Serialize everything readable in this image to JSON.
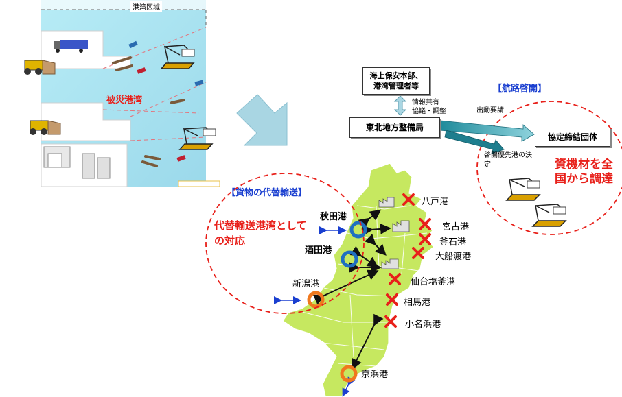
{
  "inset": {
    "zone_label": "港湾区域",
    "damaged_port_label": "被災港湾"
  },
  "coordination": {
    "hq_box": "海上保安本部、港湾管理者等",
    "info_share": "情報共有",
    "consult": "協議・調整",
    "bureau_box": "東北地方整備局",
    "dispatch_request": "出動要請",
    "priority_decision": "啓開優先港の決定",
    "agreement_box": "協定締結団体"
  },
  "route_clearing": {
    "title": "【航路啓開】",
    "materials_text": "資機材を全国から調達"
  },
  "cargo": {
    "title": "【貨物の代替輸送】",
    "response_text": "代替輸送港湾としての対応"
  },
  "alt_ports": {
    "akita": "秋田港",
    "sakata": "酒田港",
    "niigata": "新潟港",
    "keihin": "京浜港"
  },
  "damaged_ports": {
    "hachinohe": "八戸港",
    "miyako": "宮古港",
    "kamaishi": "釜石港",
    "ofunato": "大船渡港",
    "sendai": "仙台塩釜港",
    "soma": "相馬港",
    "onahama": "小名浜港"
  },
  "colors": {
    "damage_x": "#e8201a",
    "alt_port_blue": "#1f6fc0",
    "alt_port_orange": "#f0781e",
    "dashed_circle": "#e8201a",
    "map_fill": "#c6e860",
    "route_title": "#1a3fd0"
  }
}
